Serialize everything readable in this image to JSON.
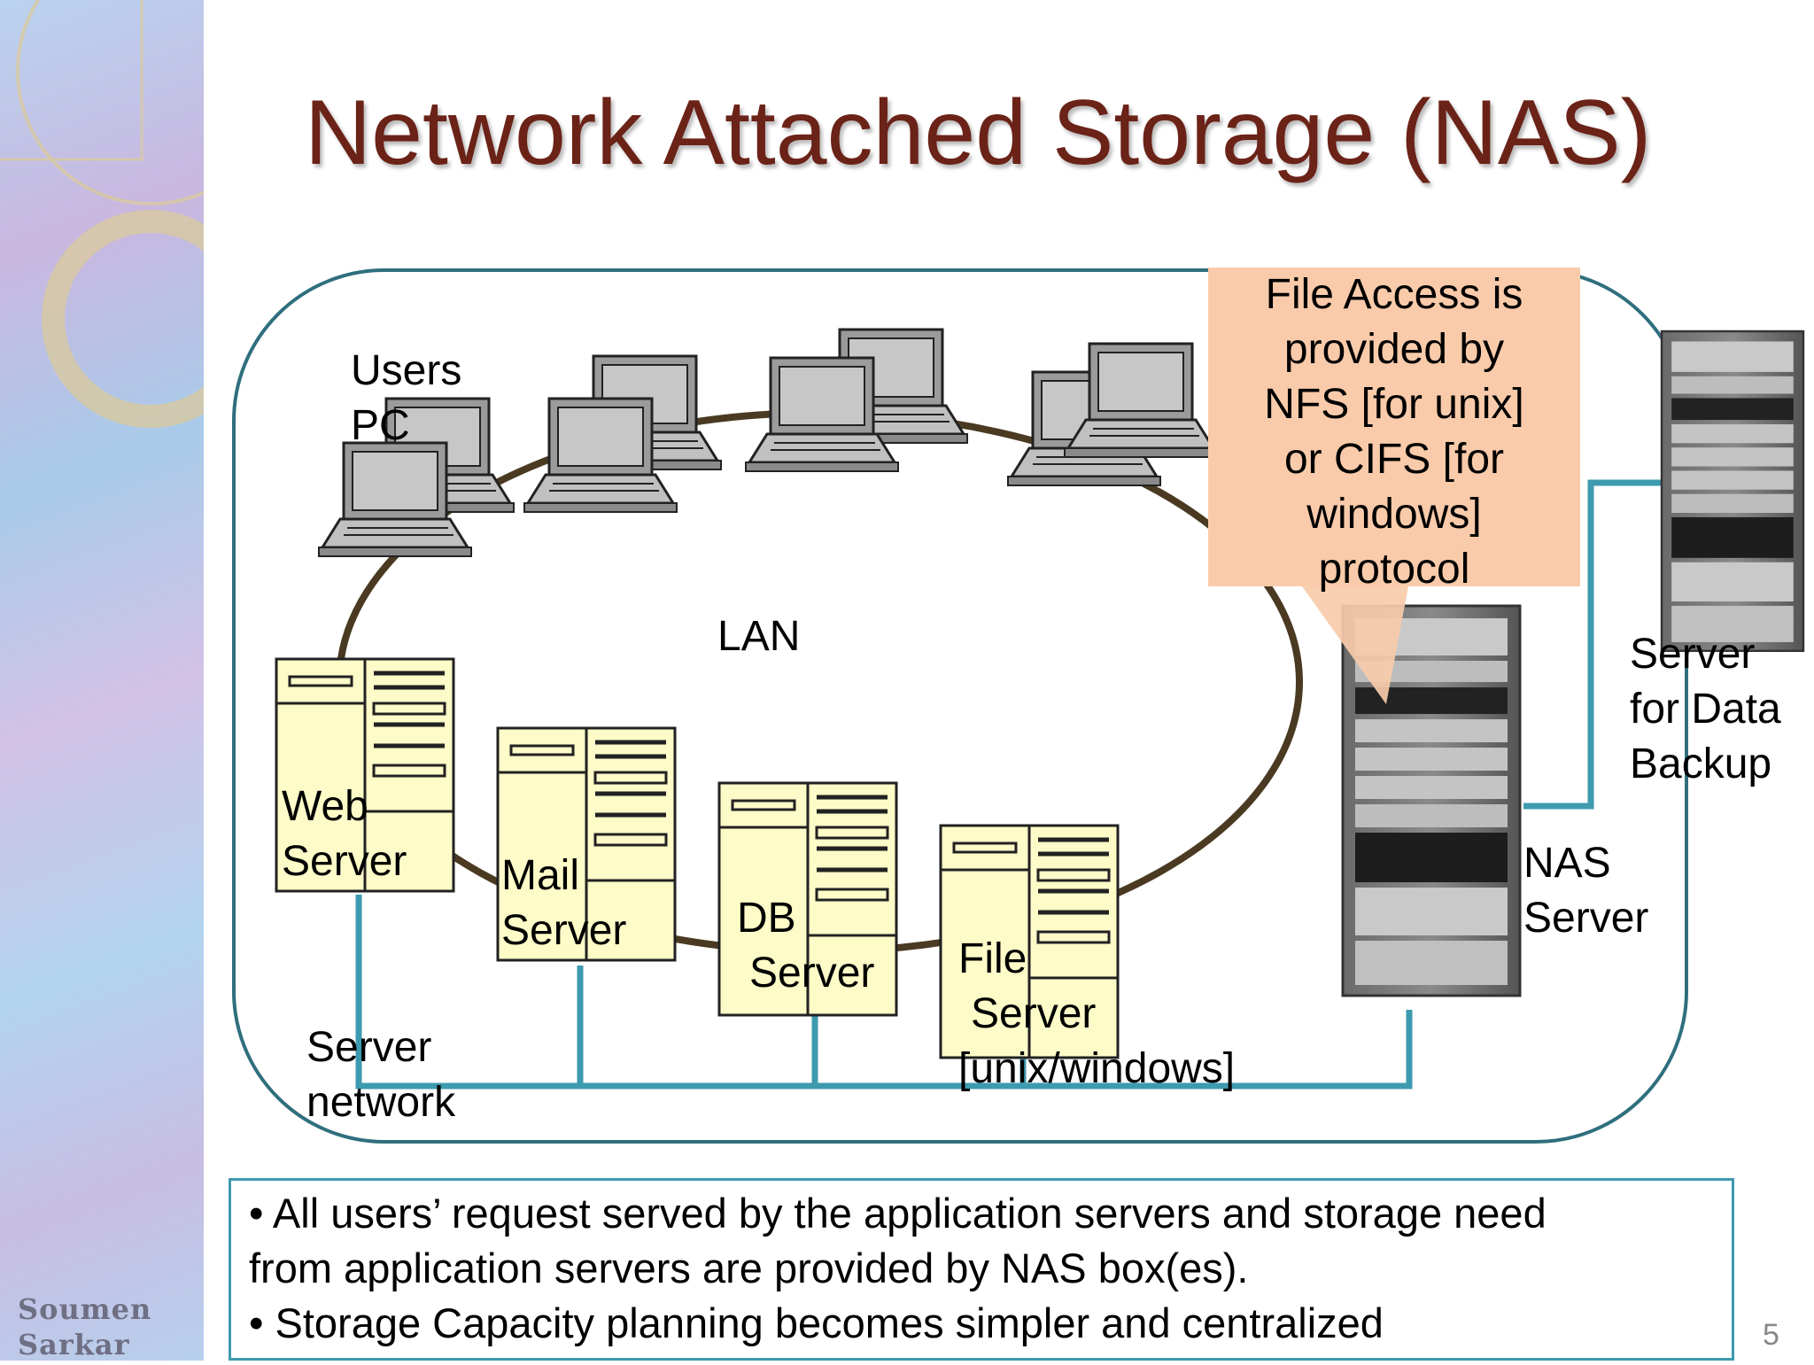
{
  "slide": {
    "title": "Network Attached Storage (NAS)",
    "author_line1": "Soumen",
    "author_line2": "Sarkar",
    "page_number": "5"
  },
  "diagram": {
    "users_line1": "Users",
    "users_line2": "PC",
    "lan": "LAN",
    "web_line1": "Web",
    "web_line2": "Server",
    "mail_line1": "Mail",
    "mail_line2": "Server",
    "db_line1": "DB",
    "db_line2": "Server",
    "file_line1": "File",
    "file_line2": "Server",
    "file_line3": "[unix/windows]",
    "server_network_line1": "Server",
    "server_network_line2": "network",
    "nas_line1": "NAS",
    "nas_line2": "Server",
    "backup_line1": "Server",
    "backup_line2": "for Data",
    "backup_line3": "Backup"
  },
  "callout": {
    "lines": [
      "File Access is",
      "provided by",
      "NFS [for unix]",
      "or CIFS [for",
      "windows]",
      "protocol"
    ]
  },
  "notes": {
    "line1": "• All users’ request served by the application servers and storage need",
    "line2": "from application servers are provided by  NAS box(es).",
    "line3": "• Storage Capacity planning becomes simpler and centralized"
  },
  "colors": {
    "title": "#6b2217",
    "network_line": "#3e9aae",
    "lan_ring": "#4a3a22",
    "server_fill": "#fdfbc8",
    "callout_fill": "#f9cbaa"
  }
}
